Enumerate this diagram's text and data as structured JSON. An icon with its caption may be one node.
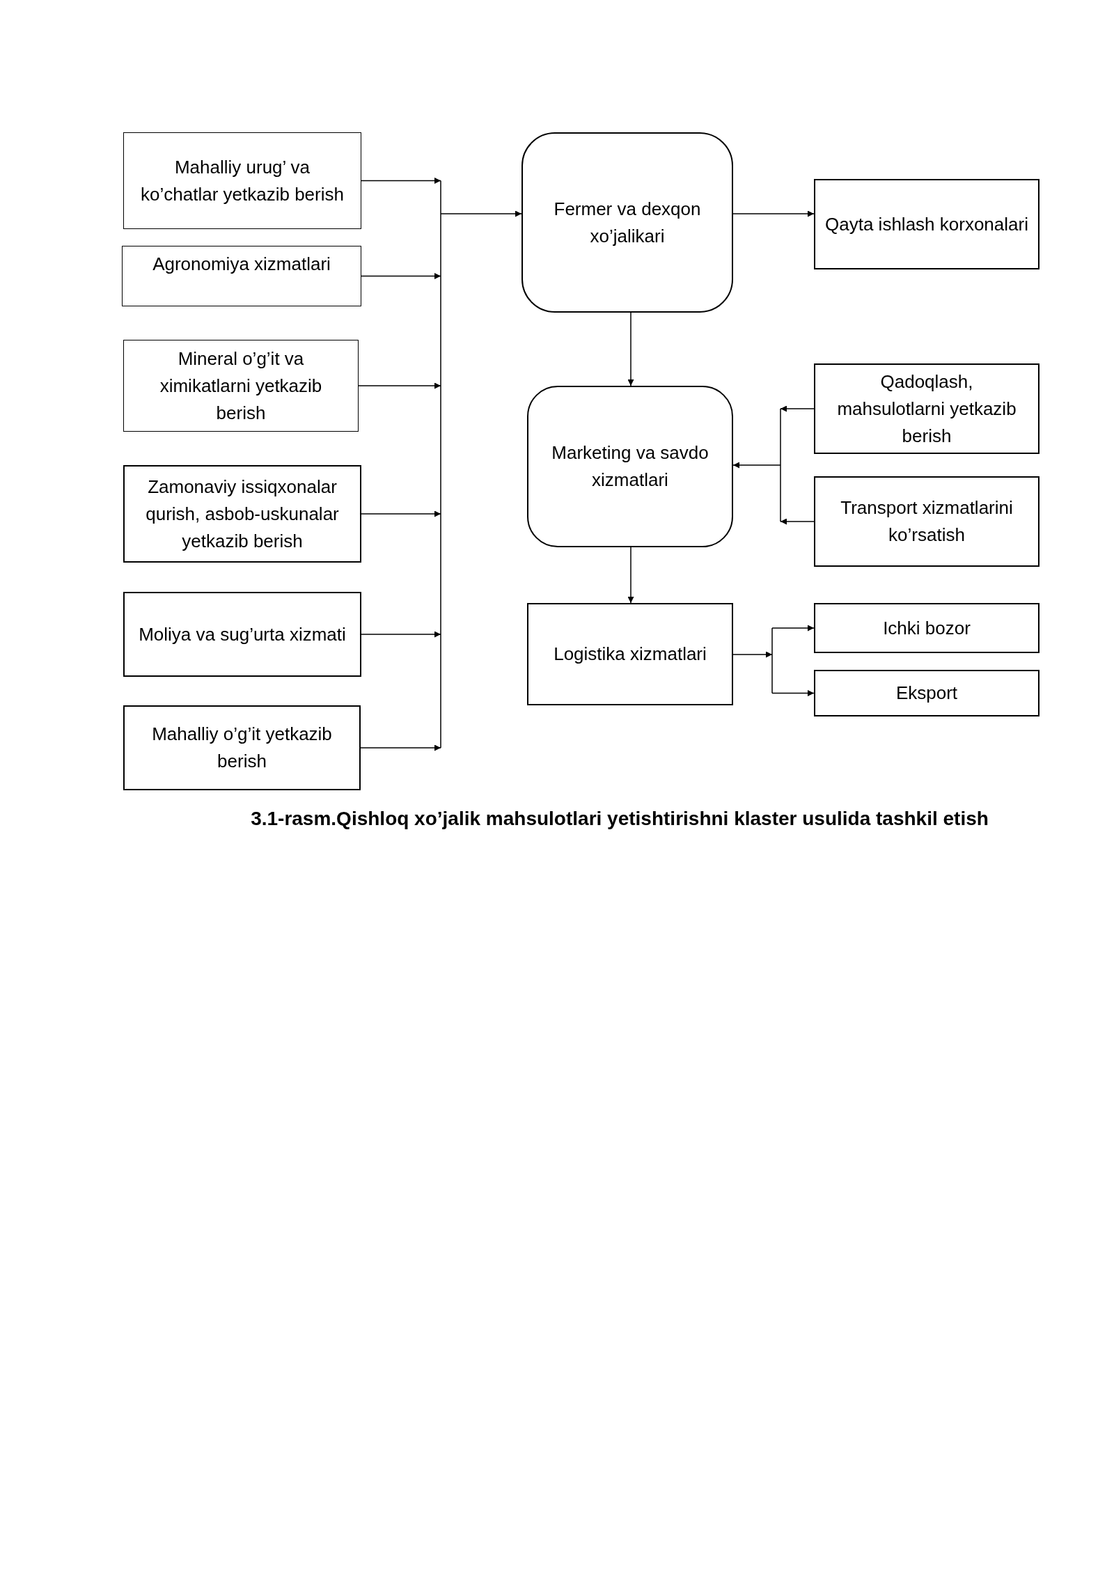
{
  "diagram": {
    "caption": "3.1-rasm.Qishloq xo’jalik mahsulotlari yetishtirishni klaster usulida tashkil etish",
    "nodes": [
      {
        "text": [
          "Mahalliy urug’ va ko’chatlar yetkazib berish"
        ]
      },
      {
        "text": [
          "Agronomiya xizmatlari"
        ]
      },
      {
        "text": [
          "Mineral o’g’it va ximikatlarni yetkazib berish"
        ]
      },
      {
        "text": [
          "Zamonaviy issiqxonalar qurish, asbob-uskunalar yetkazib berish"
        ]
      },
      {
        "text": [
          "Moliya va sug’urta xizmati"
        ]
      },
      {
        "text": [
          "Mahalliy o’g’it yetkazib berish"
        ]
      },
      {
        "text": [
          "Fermer va dexqon xo’jalikari"
        ]
      },
      {
        "text": [
          "Qayta ishlash korxonalari"
        ]
      },
      {
        "text": [
          "Marketing va savdo xizmatlari"
        ]
      },
      {
        "text": [
          "Qadoqlash, mahsulotlarni yetkazib berish"
        ]
      },
      {
        "text": [
          "Transport xizmatlarini ko’rsatish"
        ]
      },
      {
        "text": [
          "Logistika xizmatlari"
        ]
      },
      {
        "text": [
          "Ichki bozor"
        ]
      },
      {
        "text": [
          "Eksport"
        ]
      }
    ],
    "edges": [
      {
        "from": 0,
        "to": 6,
        "arrow": "to"
      },
      {
        "from": 1,
        "to": 6,
        "arrow": "to"
      },
      {
        "from": 2,
        "to": 6,
        "arrow": "to"
      },
      {
        "from": 3,
        "to": 6,
        "arrow": "to"
      },
      {
        "from": 4,
        "to": 6,
        "arrow": "to"
      },
      {
        "from": 5,
        "to": 6,
        "arrow": "to"
      },
      {
        "from": 6,
        "to": 7,
        "arrow": "to"
      },
      {
        "from": 6,
        "to": 8,
        "arrow": "to"
      },
      {
        "from": 9,
        "to": 8,
        "arrow": "to"
      },
      {
        "from": 10,
        "to": 8,
        "arrow": "to"
      },
      {
        "from": 8,
        "to": 11,
        "arrow": "to"
      },
      {
        "from": 11,
        "to": 12,
        "arrow": "to"
      },
      {
        "from": 11,
        "to": 13,
        "arrow": "to"
      }
    ]
  }
}
